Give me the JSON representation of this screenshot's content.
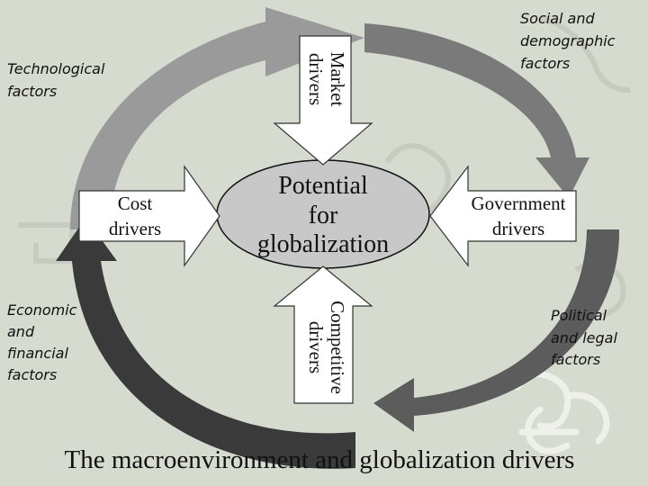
{
  "colors": {
    "background": "#d6dbcf",
    "arrow_top": "#9a9a9a",
    "arrow_right": "#7a7a7a",
    "arrow_bottom_right": "#5c5c5c",
    "arrow_left": "#3a3a3a",
    "center_fill": "#c8c8c8",
    "driver_arrow_fill": "#ffffff"
  },
  "center": {
    "line1": "Potential",
    "line2": "for",
    "line3": "globalization"
  },
  "drivers": {
    "market": {
      "line1": "Market",
      "line2": "drivers"
    },
    "cost": {
      "line1": "Cost",
      "line2": "drivers"
    },
    "government": {
      "line1": "Government",
      "line2": "drivers"
    },
    "competitive": {
      "line1": "Competitive",
      "line2": "drivers"
    }
  },
  "factors": {
    "technological": {
      "line1": "Technological",
      "line2": "factors"
    },
    "social": {
      "line1": "Social and",
      "line2": "demographic",
      "line3": "factors"
    },
    "political": {
      "line1": "Political",
      "line2": "and legal",
      "line3": "factors"
    },
    "economic": {
      "line1": "Economic",
      "line2": "and",
      "line3": "financial",
      "line4": "factors"
    }
  },
  "caption": "The macroenvironment and globalization drivers"
}
